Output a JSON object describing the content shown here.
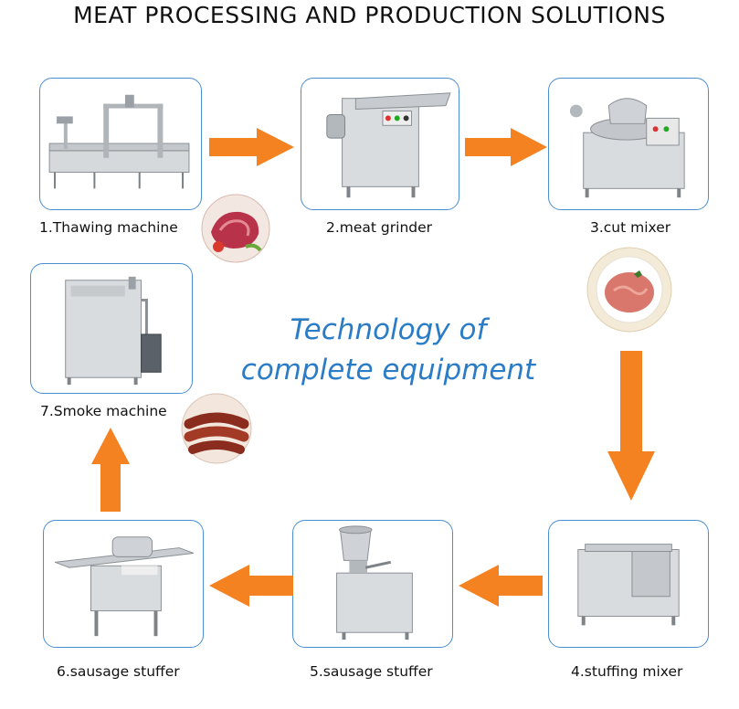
{
  "title": "MEAT PROCESSING AND PRODUCTION SOLUTIONS",
  "center_text": {
    "line1": "Technology of",
    "line2": "complete equipment"
  },
  "steps": [
    {
      "label": "1.Thawing machine"
    },
    {
      "label": "2.meat grinder"
    },
    {
      "label": "3.cut mixer"
    },
    {
      "label": "4.stuffing mixer"
    },
    {
      "label": "5.sausage stuffer"
    },
    {
      "label": "6.sausage stuffer"
    },
    {
      "label": "7.Smoke machine"
    }
  ],
  "colors": {
    "arrow": "#f58220",
    "frame": "#4a8fd0",
    "center_text": "#2a7cc7"
  }
}
